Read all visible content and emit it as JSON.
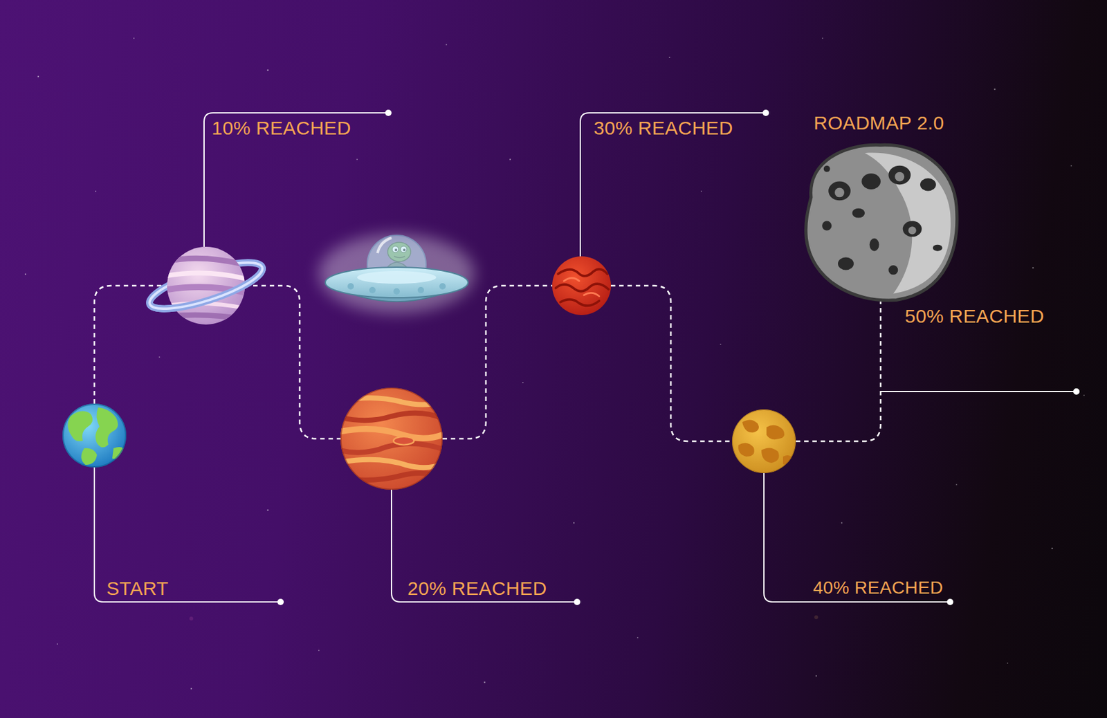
{
  "diagram": {
    "nodes": [
      {
        "text": [
          "START"
        ]
      },
      {
        "text": [
          "10% REACHED"
        ]
      },
      {
        "text": [
          "20% REACHED"
        ]
      },
      {
        "text": [
          "30% REACHED"
        ]
      },
      {
        "text": [
          "40% REACHED"
        ]
      },
      {
        "text": [
          "ROADMAP 2.0",
          "50% REACHED"
        ]
      }
    ],
    "edges": [
      {
        "from": 0,
        "to": 1,
        "arrow": "none"
      },
      {
        "from": 1,
        "to": 2,
        "arrow": "none"
      },
      {
        "from": 2,
        "to": 3,
        "arrow": "none"
      },
      {
        "from": 3,
        "to": 4,
        "arrow": "none"
      },
      {
        "from": 4,
        "to": 5,
        "arrow": "none"
      }
    ]
  }
}
